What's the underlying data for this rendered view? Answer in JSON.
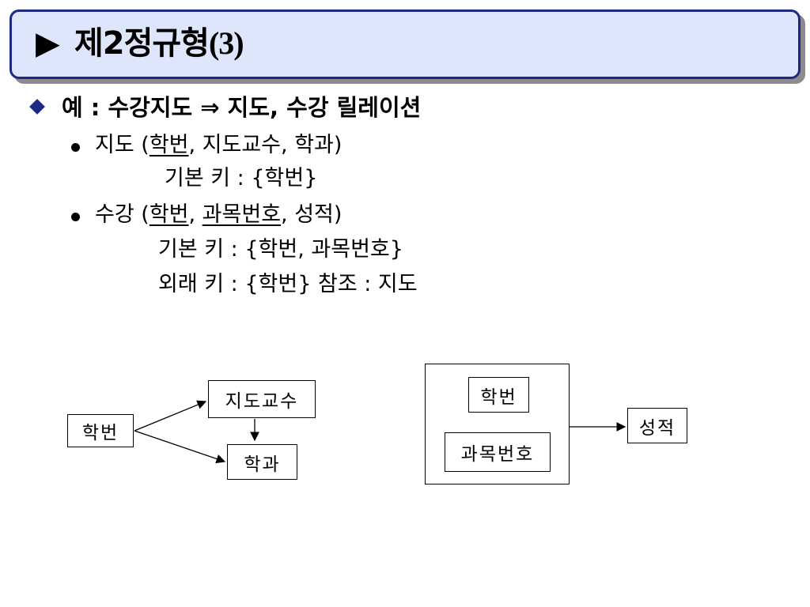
{
  "title": {
    "marker": "▶",
    "text_main": "제2정규형",
    "text_paren": "(3)"
  },
  "example": {
    "heading": "예 :  수강지도 ⇒ 지도, 수강 릴레이션",
    "items": [
      {
        "relation": "지도",
        "open_paren": " (",
        "key_attr": "학번",
        "rest": ", 지도교수, 학과)",
        "primary_key_line": "기본 키 : {학번}"
      },
      {
        "relation": "수강",
        "open_paren": " (",
        "key_attr_1": "학번",
        "sep": ", ",
        "key_attr_2": "과목번호",
        "rest": ", 성적)",
        "primary_key_line": "기본 키 : {학번, 과목번호}",
        "foreign_key_line": "외래 키 : {학번} 참조 : 지도"
      }
    ]
  },
  "diagram_left": {
    "source": "학번",
    "target_top": "지도교수",
    "target_bottom": "학과"
  },
  "diagram_right": {
    "group_top": "학번",
    "group_bottom": "과목번호",
    "target": "성적"
  },
  "colors": {
    "title_bg": "#dde6fa",
    "title_border": "#1c2a86",
    "bullet": "#1c2a86"
  }
}
